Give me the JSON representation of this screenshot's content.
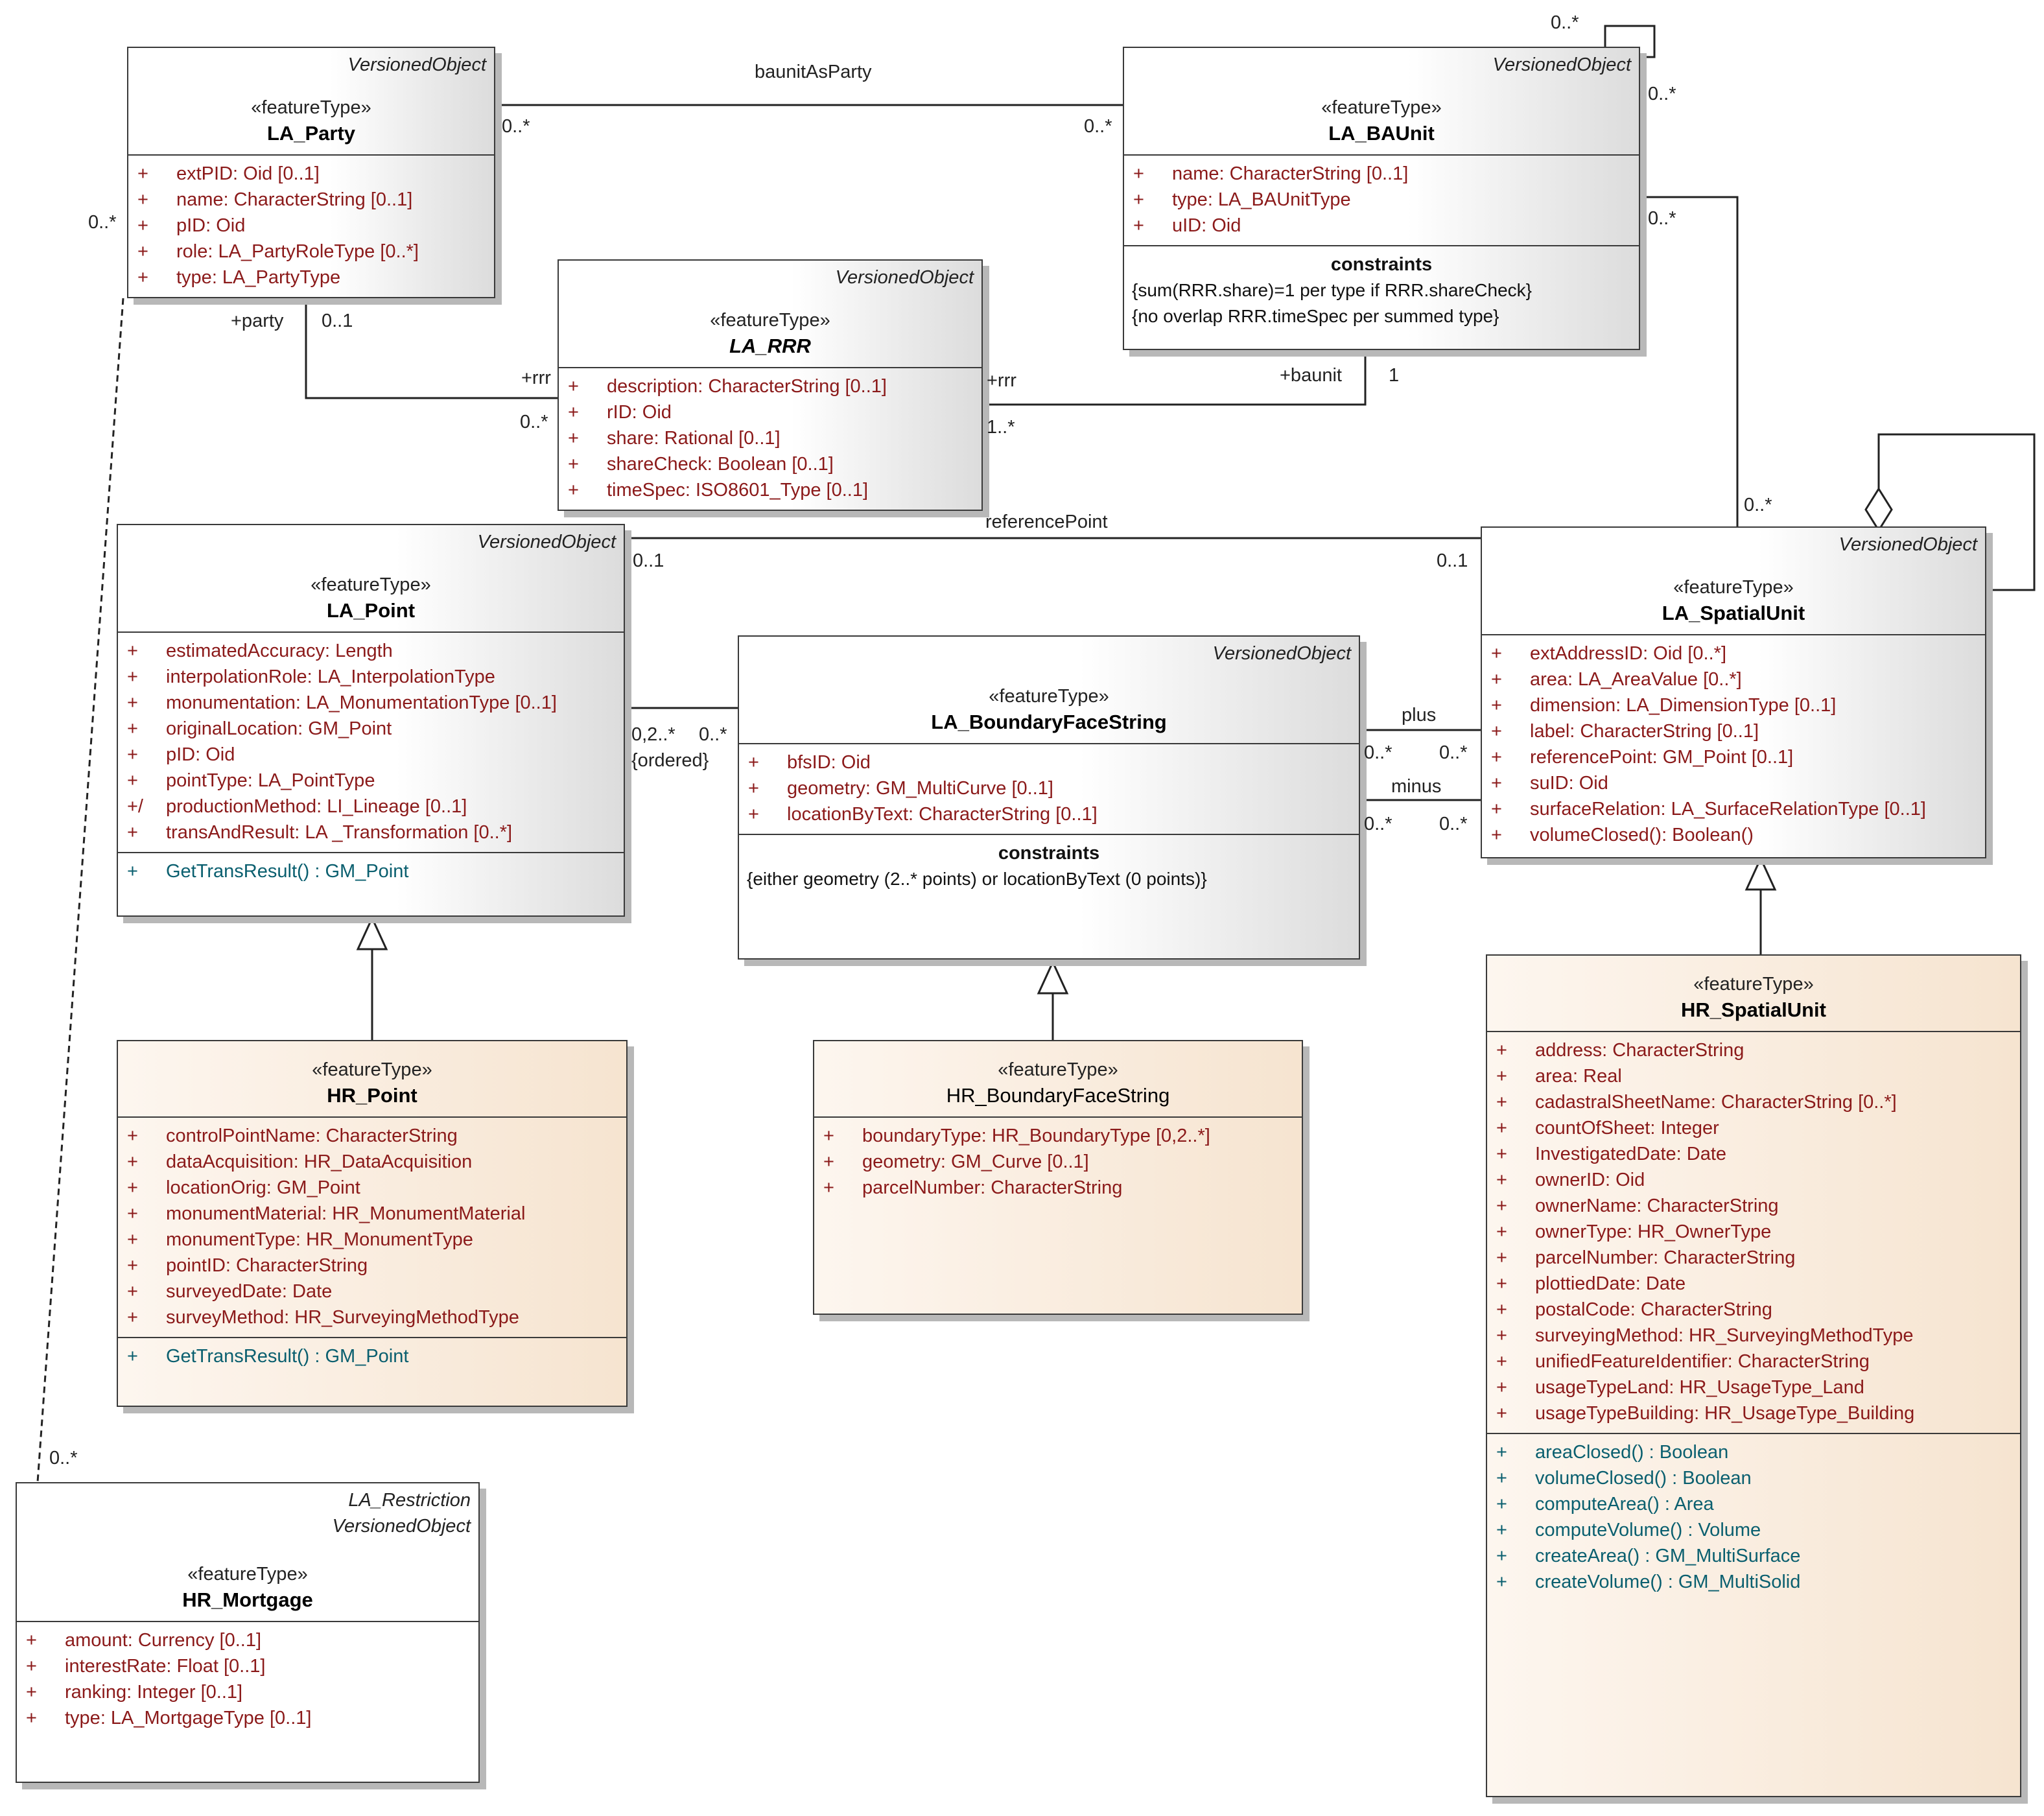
{
  "classes": {
    "la_party": {
      "parent": "VersionedObject",
      "stereotype": "«featureType»",
      "name": "LA_Party",
      "attributes": [
        {
          "vis": "+",
          "text": "extPID:  Oid [0..1]"
        },
        {
          "vis": "+",
          "text": "name:  CharacterString [0..1]"
        },
        {
          "vis": "+",
          "text": "pID:  Oid"
        },
        {
          "vis": "+",
          "text": "role:  LA_PartyRoleType [0..*]"
        },
        {
          "vis": "+",
          "text": "type:  LA_PartyType"
        }
      ]
    },
    "la_baunit": {
      "parent": "VersionedObject",
      "stereotype": "«featureType»",
      "name": "LA_BAUnit",
      "attributes": [
        {
          "vis": "+",
          "text": "name:  CharacterString [0..1]"
        },
        {
          "vis": "+",
          "text": "type:  LA_BAUnitType"
        },
        {
          "vis": "+",
          "text": "uID:  Oid"
        }
      ],
      "constraints_title": "constraints",
      "constraints": [
        "{sum(RRR.share)=1 per type if RRR.shareCheck}",
        "{no overlap RRR.timeSpec per summed type}"
      ]
    },
    "la_rrr": {
      "parent": "VersionedObject",
      "stereotype": "«featureType»",
      "name": "LA_RRR",
      "attributes": [
        {
          "vis": "+",
          "text": "description:  CharacterString [0..1]"
        },
        {
          "vis": "+",
          "text": "rID:  Oid"
        },
        {
          "vis": "+",
          "text": "share:  Rational [0..1]"
        },
        {
          "vis": "+",
          "text": "shareCheck:  Boolean [0..1]"
        },
        {
          "vis": "+",
          "text": "timeSpec:  ISO8601_Type [0..1]"
        }
      ]
    },
    "la_point": {
      "parent": "VersionedObject",
      "stereotype": "«featureType»",
      "name": "LA_Point",
      "attributes": [
        {
          "vis": "+",
          "text": "estimatedAccuracy:  Length"
        },
        {
          "vis": "+",
          "text": "interpolationRole:  LA_InterpolationType"
        },
        {
          "vis": "+",
          "text": "monumentation:  LA_MonumentationType [0..1]"
        },
        {
          "vis": "+",
          "text": "originalLocation:  GM_Point"
        },
        {
          "vis": "+",
          "text": "pID:  Oid"
        },
        {
          "vis": "+",
          "text": "pointType:  LA_PointType"
        },
        {
          "vis": "+/",
          "text": "productionMethod:  LI_Lineage [0..1]"
        },
        {
          "vis": "+",
          "text": "transAndResult:  LA _Transformation [0..*]"
        }
      ],
      "operations": [
        {
          "vis": "+",
          "text": "GetTransResult() : GM_Point"
        }
      ]
    },
    "la_bfs": {
      "parent": "VersionedObject",
      "stereotype": "«featureType»",
      "name": "LA_BoundaryFaceString",
      "attributes": [
        {
          "vis": "+",
          "text": "bfsID:  Oid"
        },
        {
          "vis": "+",
          "text": "geometry:  GM_MultiCurve [0..1]"
        },
        {
          "vis": "+",
          "text": "locationByText:  CharacterString [0..1]"
        }
      ],
      "constraints_title": "constraints",
      "constraints": [
        "{either geometry (2..* points) or locationByText (0 points)}"
      ]
    },
    "la_spatialunit": {
      "parent": "VersionedObject",
      "stereotype": "«featureType»",
      "name": "LA_SpatialUnit",
      "attributes": [
        {
          "vis": "+",
          "text": "extAddressID:  Oid [0..*]"
        },
        {
          "vis": "+",
          "text": "area:  LA_AreaValue [0..*]"
        },
        {
          "vis": "+",
          "text": "dimension:  LA_DimensionType [0..1]"
        },
        {
          "vis": "+",
          "text": "label:  CharacterString [0..1]"
        },
        {
          "vis": "+",
          "text": "referencePoint:  GM_Point [0..1]"
        },
        {
          "vis": "+",
          "text": "suID:  Oid"
        },
        {
          "vis": "+",
          "text": "surfaceRelation:  LA_SurfaceRelationType [0..1]"
        },
        {
          "vis": "+",
          "text": "volumeClosed():  Boolean()"
        }
      ]
    },
    "hr_point": {
      "stereotype": "«featureType»",
      "name": "HR_Point",
      "attributes": [
        {
          "vis": "+",
          "text": "controlPointName:  CharacterString"
        },
        {
          "vis": "+",
          "text": "dataAcquisition:  HR_DataAcquisition"
        },
        {
          "vis": "+",
          "text": "locationOrig:  GM_Point"
        },
        {
          "vis": "+",
          "text": "monumentMaterial:  HR_MonumentMaterial"
        },
        {
          "vis": "+",
          "text": "monumentType:  HR_MonumentType"
        },
        {
          "vis": "+",
          "text": "pointID:  CharacterString"
        },
        {
          "vis": "+",
          "text": "surveyedDate:  Date"
        },
        {
          "vis": "+",
          "text": "surveyMethod:  HR_SurveyingMethodType"
        }
      ],
      "operations": [
        {
          "vis": "+",
          "text": "GetTransResult() : GM_Point"
        }
      ]
    },
    "hr_bfs": {
      "stereotype": "«featureType»",
      "name": "HR_BoundaryFaceString",
      "attributes": [
        {
          "vis": "+",
          "text": "boundaryType:  HR_BoundaryType [0,2..*]"
        },
        {
          "vis": "+",
          "text": "geometry:  GM_Curve [0..1]"
        },
        {
          "vis": "+",
          "text": "parcelNumber:  CharacterString"
        }
      ]
    },
    "hr_spatialunit": {
      "stereotype": "«featureType»",
      "name": "HR_SpatialUnit",
      "attributes": [
        {
          "vis": "+",
          "text": "address:  CharacterString"
        },
        {
          "vis": "+",
          "text": "area:  Real"
        },
        {
          "vis": "+",
          "text": "cadastralSheetName:  CharacterString [0..*]"
        },
        {
          "vis": "+",
          "text": "countOfSheet:  Integer"
        },
        {
          "vis": "+",
          "text": "InvestigatedDate:  Date"
        },
        {
          "vis": "+",
          "text": "ownerID:  Oid"
        },
        {
          "vis": "+",
          "text": "ownerName:  CharacterString"
        },
        {
          "vis": "+",
          "text": "ownerType:  HR_OwnerType"
        },
        {
          "vis": "+",
          "text": "parcelNumber:  CharacterString"
        },
        {
          "vis": "+",
          "text": "plottiedDate:  Date"
        },
        {
          "vis": "+",
          "text": "postalCode:  CharacterString"
        },
        {
          "vis": "+",
          "text": "surveyingMethod:  HR_SurveyingMethodType"
        },
        {
          "vis": "+",
          "text": "unifiedFeatureIdentifier:  CharacterString"
        },
        {
          "vis": "+",
          "text": "usageTypeLand:  HR_UsageType_Land"
        },
        {
          "vis": "+",
          "text": "usageTypeBuilding:  HR_UsageType_Building"
        }
      ],
      "operations": [
        {
          "vis": "+",
          "text": "areaClosed() : Boolean"
        },
        {
          "vis": "+",
          "text": "volumeClosed() : Boolean"
        },
        {
          "vis": "+",
          "text": "computeArea() : Area"
        },
        {
          "vis": "+",
          "text": "computeVolume() : Volume"
        },
        {
          "vis": "+",
          "text": "createArea() : GM_MultiSurface"
        },
        {
          "vis": "+",
          "text": "createVolume() : GM_MultiSolid"
        }
      ]
    },
    "hr_mortgage": {
      "parents": [
        "LA_Restriction",
        "VersionedObject"
      ],
      "stereotype": "«featureType»",
      "name": "HR_Mortgage",
      "attributes": [
        {
          "vis": "+",
          "text": "amount:  Currency [0..1]"
        },
        {
          "vis": "+",
          "text": "interestRate:  Float [0..1]"
        },
        {
          "vis": "+",
          "text": "ranking:  Integer [0..1]"
        },
        {
          "vis": "+",
          "text": "type:  LA_MortgageType [0..1]"
        }
      ]
    }
  },
  "labels": {
    "baunitAsParty": "baunitAsParty",
    "party_left_mult": "0..*",
    "baunit_left_mult": "0..*",
    "self_top_mult": "0..*",
    "self_right_mult": "0..*",
    "baunit_su_mult": "0..*",
    "party_role": "+party",
    "party_mult": "0..1",
    "rrr_left_role": "+rrr",
    "rrr_left_mult": "0..*",
    "rrr_right_role": "+rrr",
    "rrr_right_mult": "1..*",
    "baunit_role": "+baunit",
    "baunit_mult": "1",
    "party_mortgage_mult": "0..*",
    "mortgage_mult": "0..*",
    "referencePoint": "referencePoint",
    "refpoint_left_mult": "0..1",
    "refpoint_right_mult": "0..1",
    "su_top_mult": "0..*",
    "point_bfs_mult1": "0,2..*",
    "point_bfs_mult2": "0..*",
    "ordered": "{ordered}",
    "plus": "plus",
    "minus": "minus",
    "plus_left_mult": "0..*",
    "plus_right_mult": "0..*",
    "minus_left_mult": "0..*",
    "minus_right_mult": "0..*"
  }
}
